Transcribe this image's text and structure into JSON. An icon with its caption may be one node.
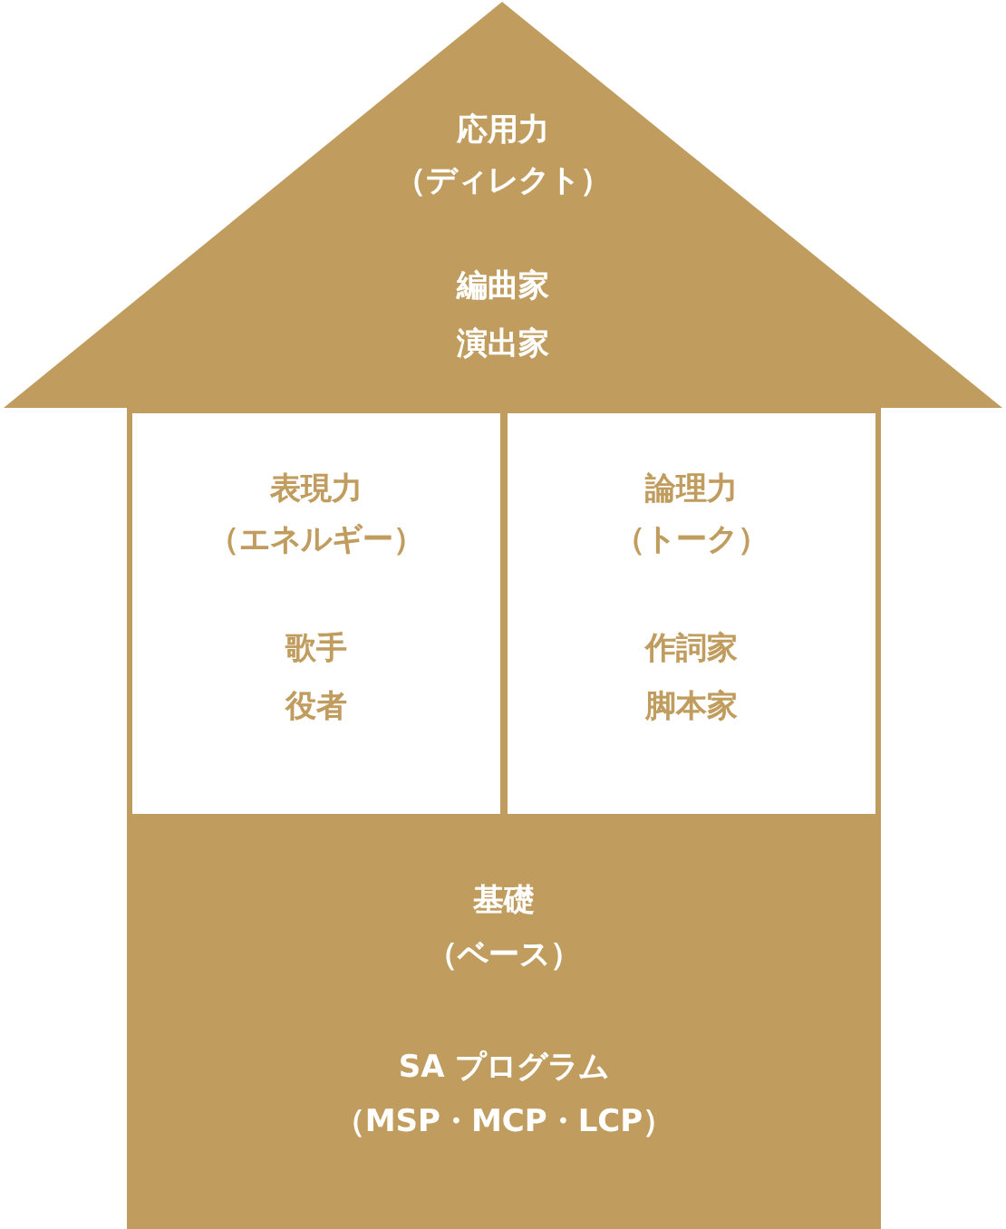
{
  "diagram": {
    "nodes": [
      {
        "text": [
          "応用力",
          "（ディレクト）",
          "編曲家",
          "演出家"
        ]
      },
      {
        "text": [
          "表現力",
          "（エネルギー）",
          "歌手",
          "役者"
        ]
      },
      {
        "text": [
          "論理力",
          "（トーク）",
          "作詞家",
          "脚本家"
        ]
      },
      {
        "text": [
          "基礎",
          "（ベース）",
          "SA プログラム",
          "（MSP・MCP・LCP）"
        ]
      }
    ]
  }
}
